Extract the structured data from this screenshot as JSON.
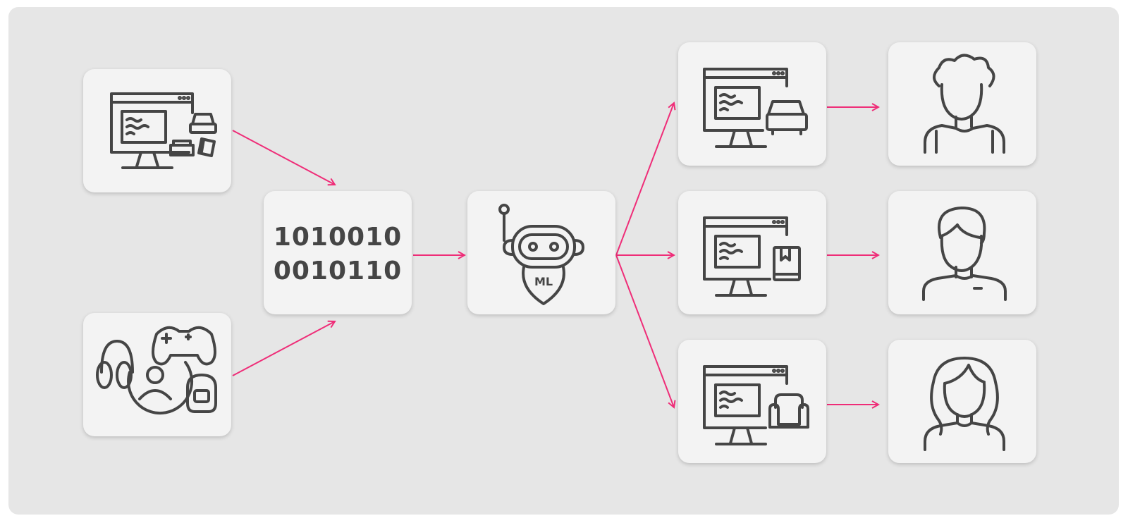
{
  "diagram": {
    "binary_line_1": "1010010",
    "binary_line_2": "0010110",
    "model_label": "ML",
    "colors": {
      "arrow": "#ef2d78",
      "icon": "#454545",
      "node_bg": "#f3f3f3",
      "panel_bg": "#e6e6e6"
    },
    "icons": {
      "browsing_history": "monitor-with-car-sofa-book-icon",
      "user_interests": "user-interests-icon",
      "model": "ml-robot-icon",
      "rec_car": "monitor-car-icon",
      "rec_book": "monitor-book-icon",
      "rec_sofa": "monitor-sofa-icon",
      "user_curly": "user-curly-hair-icon",
      "user_short": "user-short-hair-icon",
      "user_woman": "user-woman-icon"
    }
  }
}
